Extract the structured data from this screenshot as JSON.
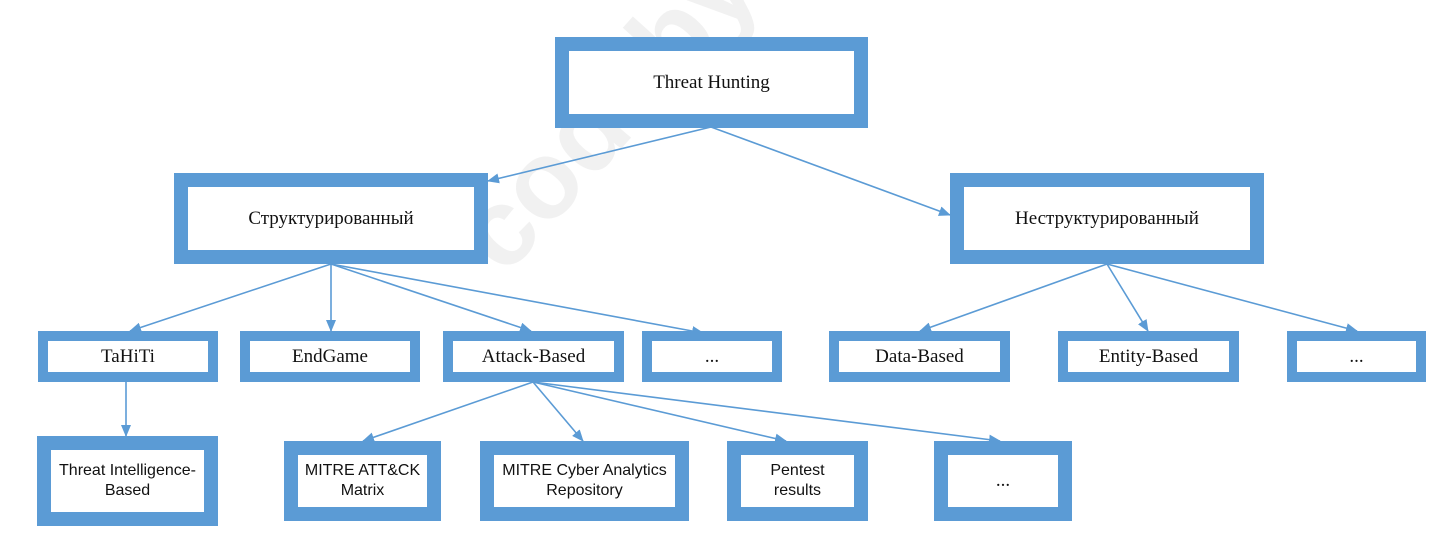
{
  "diagram": {
    "root": "Threat Hunting",
    "structured": "Структурированный",
    "unstructured": "Неструктурированный",
    "structured_children": [
      "TaHiTi",
      "EndGame",
      "Attack-Based",
      "..."
    ],
    "unstructured_children": [
      "Data-Based",
      "Entity-Based",
      "..."
    ],
    "tahiti_child": "Threat Intelligence-\nBased",
    "attack_based_children": [
      "MITRE ATT&CK\nMatrix",
      "MITRE Cyber Analytics\nRepository",
      "Pentest\nresults",
      "..."
    ]
  },
  "watermark": "codeby.net",
  "colors": {
    "box_border": "#5b9bd5",
    "arrow": "#5b9bd5"
  }
}
